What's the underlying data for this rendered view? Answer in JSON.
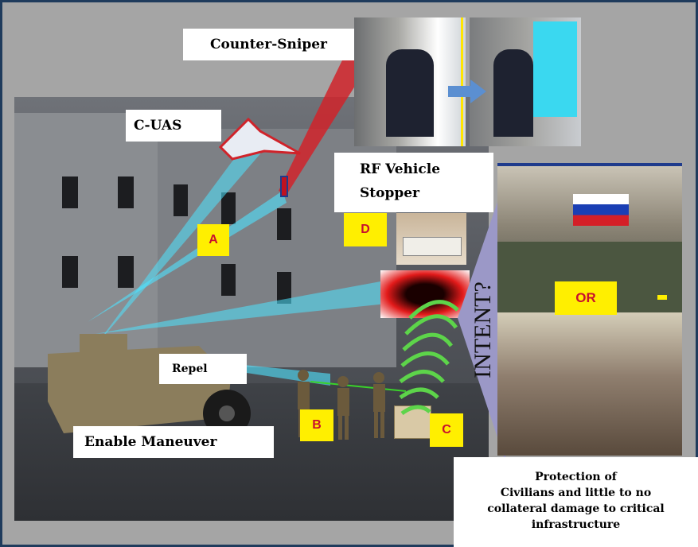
{
  "labels": {
    "counter_sniper": "Counter-Sniper",
    "c_uas": "C-UAS",
    "rf_vehicle_stopper": "RF Vehicle\nStopper",
    "repel": "Repel",
    "enable_maneuver": "Enable Maneuver",
    "intent": "INTENT?",
    "protection": "Protection of\nCivilians and little to no\ncollateral damage to critical\ninfrastructure"
  },
  "badges": {
    "a": "A",
    "b": "B",
    "c": "C",
    "d": "D",
    "or": "OR"
  },
  "colors": {
    "frame_border": "#1f3b5c",
    "badge_fill": "#ffef00",
    "badge_text": "#c8102e",
    "beam": "#4fe3ff"
  }
}
